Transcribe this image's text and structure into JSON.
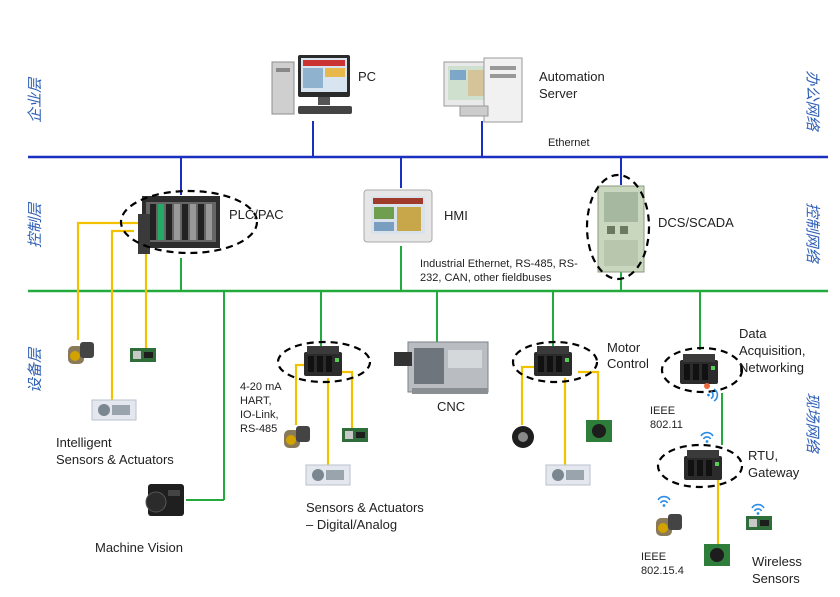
{
  "layers_left": {
    "enterprise": "企业层",
    "control": "控制层",
    "device": "设备层"
  },
  "layers_right": {
    "office": "办公网络",
    "control": "控制网络",
    "field": "现场网络"
  },
  "labels": {
    "pc": "PC",
    "automation_server_1": "Automation",
    "automation_server_2": "Server",
    "ethernet": "Ethernet",
    "plc": "PLC/PAC",
    "hmi": "HMI",
    "dcs": "DCS/SCADA",
    "fieldbus_1": "Industrial Ethernet, RS-485, RS-",
    "fieldbus_2": "232, CAN, other fieldbuses",
    "signals_1": "4-20 mA",
    "signals_2": "HART,",
    "signals_3": "IO-Link,",
    "signals_4": "RS-485",
    "cnc": "CNC",
    "motor_1": "Motor",
    "motor_2": "Control",
    "daq_1": "Data",
    "daq_2": "Acquisition,",
    "daq_3": "Networking",
    "ieee11_1": "IEEE",
    "ieee11_2": "802.11",
    "rtu_1": "RTU,",
    "rtu_2": "Gateway",
    "intelligent_1": "Intelligent",
    "intelligent_2": "Sensors & Actuators",
    "sensors_1": "Sensors & Actuators",
    "sensors_2": "– Digital/Analog",
    "machine_vision": "Machine Vision",
    "ieee154_1": "IEEE",
    "ieee154_2": "802.15.4",
    "wireless_1": "Wireless",
    "wireless_2": "Sensors"
  },
  "colors": {
    "ethernet_bus": "#1a2fbf",
    "control_bus": "#22aa3c",
    "sensor_wire": "#f2c200",
    "layer_text": "#2e5fb5"
  }
}
